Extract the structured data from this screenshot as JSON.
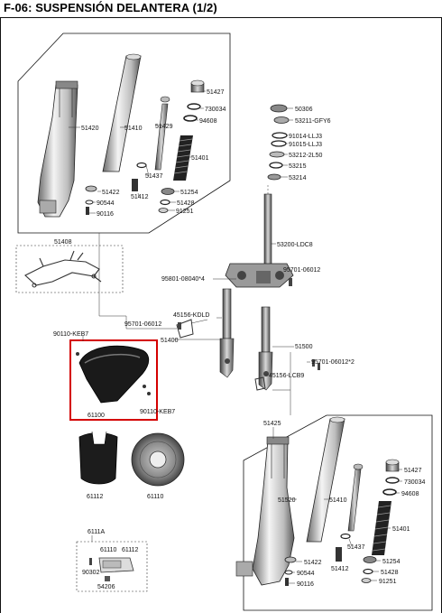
{
  "title": "F-06: SUSPENSIÓN DELANTERA (1/2)",
  "highlight_color": "#d40000",
  "parts": [
    {
      "id": "p51427a",
      "code": "51427"
    },
    {
      "id": "p730034a",
      "code": "730034"
    },
    {
      "id": "p94608a",
      "code": "94608"
    },
    {
      "id": "p51420",
      "code": "51420"
    },
    {
      "id": "p51410a",
      "code": "51410"
    },
    {
      "id": "p51429",
      "code": "51429"
    },
    {
      "id": "p51401a",
      "code": "51401"
    },
    {
      "id": "p51437a",
      "code": "51437"
    },
    {
      "id": "p51422a",
      "code": "51422"
    },
    {
      "id": "p51412a",
      "code": "51412"
    },
    {
      "id": "p90544a",
      "code": "90544"
    },
    {
      "id": "p51254a",
      "code": "51254"
    },
    {
      "id": "p51428a",
      "code": "51428"
    },
    {
      "id": "p90116a",
      "code": "90116"
    },
    {
      "id": "p91251a",
      "code": "91251"
    },
    {
      "id": "p50306",
      "code": "50306"
    },
    {
      "id": "p53211",
      "code": "53211-GFY6"
    },
    {
      "id": "p91014",
      "code": "91014-LLJ3"
    },
    {
      "id": "p91015",
      "code": "91015-LLJ3"
    },
    {
      "id": "p53212",
      "code": "53212-2L50"
    },
    {
      "id": "p53215",
      "code": "53215"
    },
    {
      "id": "p53214",
      "code": "53214"
    },
    {
      "id": "p51408",
      "code": "51408"
    },
    {
      "id": "p53200",
      "code": "53200-LDC8"
    },
    {
      "id": "p95801",
      "code": "95801-08040*4"
    },
    {
      "id": "p95701a",
      "code": "95701-06012"
    },
    {
      "id": "p45156k",
      "code": "45156-KDLD"
    },
    {
      "id": "p95701b",
      "code": "95701-06012"
    },
    {
      "id": "p90110a",
      "code": "90110-KEB7"
    },
    {
      "id": "p51400",
      "code": "51400"
    },
    {
      "id": "p51500",
      "code": "51500"
    },
    {
      "id": "p95701c",
      "code": "95701-06012*2"
    },
    {
      "id": "p45156l",
      "code": "45156-LCB9"
    },
    {
      "id": "p61100",
      "code": "61100"
    },
    {
      "id": "p90110b",
      "code": "90110-KEB7"
    },
    {
      "id": "p51425",
      "code": "51425"
    },
    {
      "id": "p51427b",
      "code": "51427"
    },
    {
      "id": "p730034b",
      "code": "730034"
    },
    {
      "id": "p94608b",
      "code": "94608"
    },
    {
      "id": "p61112",
      "code": "61112"
    },
    {
      "id": "p61110",
      "code": "61110"
    },
    {
      "id": "p51520",
      "code": "51520"
    },
    {
      "id": "p51410b",
      "code": "51410"
    },
    {
      "id": "p51401b",
      "code": "51401"
    },
    {
      "id": "p6111a",
      "code": "6111A"
    },
    {
      "id": "p61110s",
      "code": "61110"
    },
    {
      "id": "p61112s",
      "code": "61112"
    },
    {
      "id": "p90302",
      "code": "90302"
    },
    {
      "id": "p54206",
      "code": "54206"
    },
    {
      "id": "p51437b",
      "code": "51437"
    },
    {
      "id": "p51422b",
      "code": "51422"
    },
    {
      "id": "p51412b",
      "code": "51412"
    },
    {
      "id": "p90544b",
      "code": "90544"
    },
    {
      "id": "p51254b",
      "code": "51254"
    },
    {
      "id": "p51428b",
      "code": "51428"
    },
    {
      "id": "p90116b",
      "code": "90116"
    },
    {
      "id": "p91251b",
      "code": "91251"
    }
  ]
}
